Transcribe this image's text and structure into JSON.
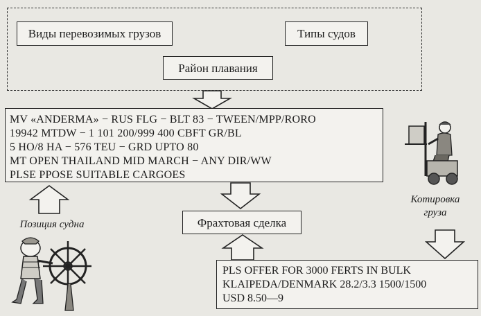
{
  "boxes": {
    "cargo_types": "Виды перевозимых грузов",
    "ship_types": "Типы судов",
    "trading_area": "Район плавания",
    "charter_deal": "Фрахтовая сделка"
  },
  "vessel_position_lines": [
    "MV «ANDERMA» − RUS FLG  − BLT 83 − TWEEN/MPP/RORO",
    "19942 MTDW − 1 101 200/999 400 CBFT GR/BL",
    "5 HO/8 HA − 576 TEU − GRD UPTO 80",
    "MT OPEN THAILAND MID MARCH − ANY DIR/WW",
    "PLSE PPOSE SUITABLE CARGOES"
  ],
  "cargo_offer_lines": [
    "PLS OFFER FOR 3000 FERTS IN BULK",
    "KLAIPEDA/DENMARK 28.2/3.3 1500/1500",
    "USD 8.50—9"
  ],
  "captions": {
    "vessel_position": "Позиция судна",
    "cargo_quote_line1": "Котировка",
    "cargo_quote_line2": "груза"
  },
  "icons": {
    "sailor": "sailor-at-helm-icon",
    "forklift": "forklift-worker-icon"
  }
}
